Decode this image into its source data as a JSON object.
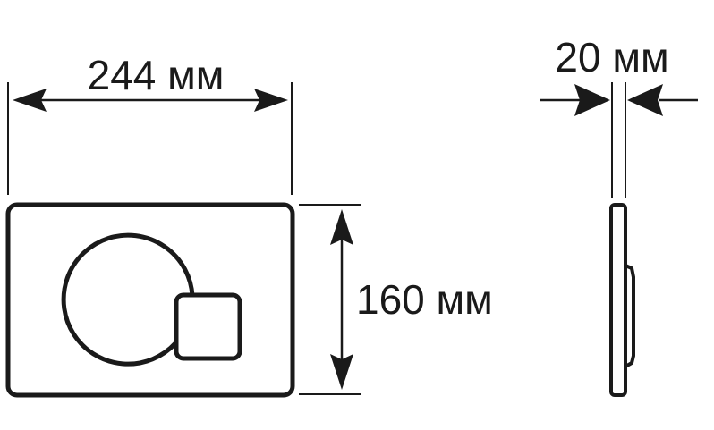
{
  "dimensions": {
    "width_label": "244 мм",
    "height_label": "160 мм",
    "depth_label": "20 мм"
  },
  "colors": {
    "line": "#1a1a1a",
    "background": "#ffffff"
  }
}
